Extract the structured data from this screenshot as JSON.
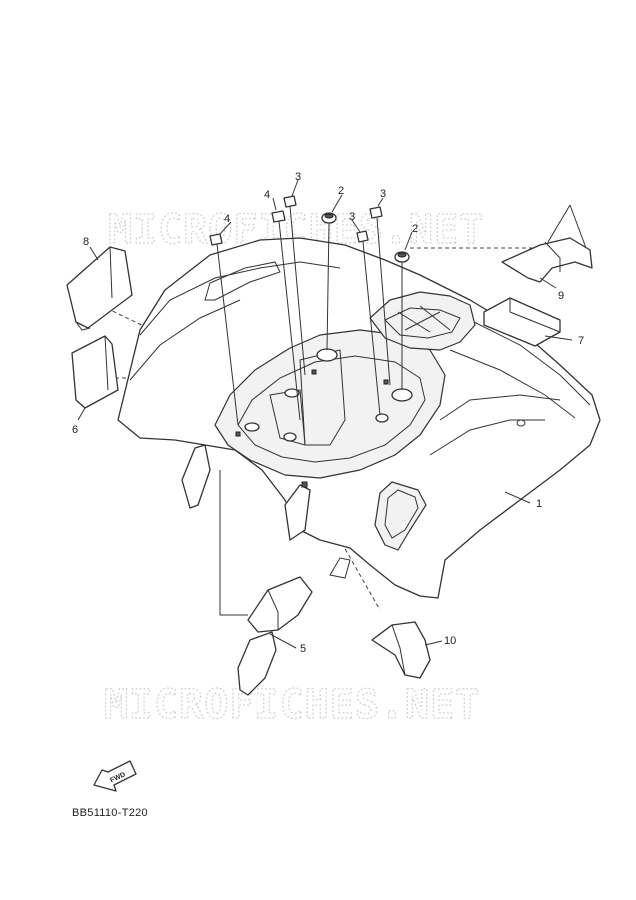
{
  "diagram": {
    "code": "BB51110-T220",
    "watermark": "MICROFICHES.NET",
    "fwd_label": "FWD",
    "callouts": {
      "c1": "1",
      "c2a": "2",
      "c2b": "2",
      "c3a": "3",
      "c3b": "3",
      "c3c": "3",
      "c4a": "4",
      "c4b": "4",
      "c5": "5",
      "c6": "6",
      "c7": "7",
      "c8": "8",
      "c9": "9",
      "c10": "10"
    }
  }
}
